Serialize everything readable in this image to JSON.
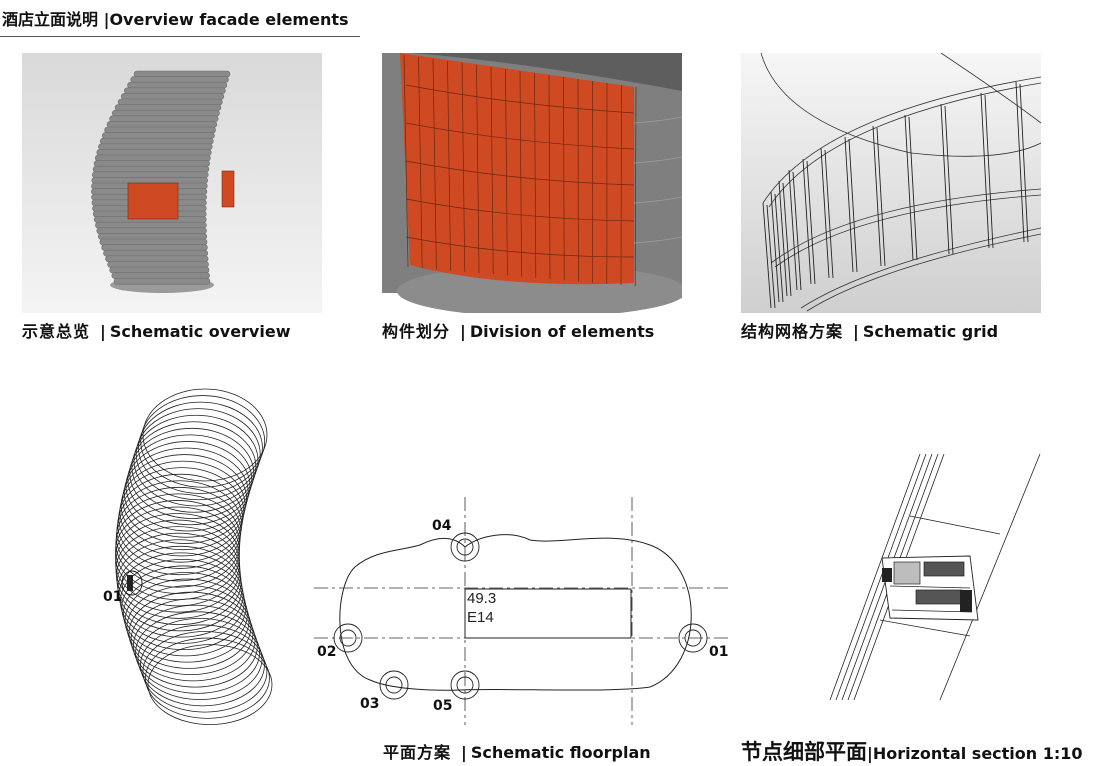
{
  "header": {
    "cn": "酒店立面说明",
    "en": "Overview facade elements"
  },
  "captions": {
    "overview": {
      "cn": "示意总览",
      "en": "Schematic overview"
    },
    "division": {
      "cn": "构件划分",
      "en": "Division of elements"
    },
    "grid": {
      "cn": "结构网格方案",
      "en": "Schematic grid"
    },
    "floorplan": {
      "cn": "平面方案",
      "en": "Schematic floorplan"
    },
    "section": {
      "cn": "节点细部平面",
      "en": "Horizontal section 1:10"
    }
  },
  "separator": "|",
  "axon_labels": {
    "p01": "01"
  },
  "floorplan": {
    "labels": {
      "p01": "01",
      "p02": "02",
      "p03": "03",
      "p04": "04",
      "p05": "05"
    },
    "room_text": {
      "line1": "49.3",
      "line2": "E14"
    }
  },
  "colors": {
    "accent": "#cf4a22",
    "grey_mass": "#8a8a8a"
  }
}
